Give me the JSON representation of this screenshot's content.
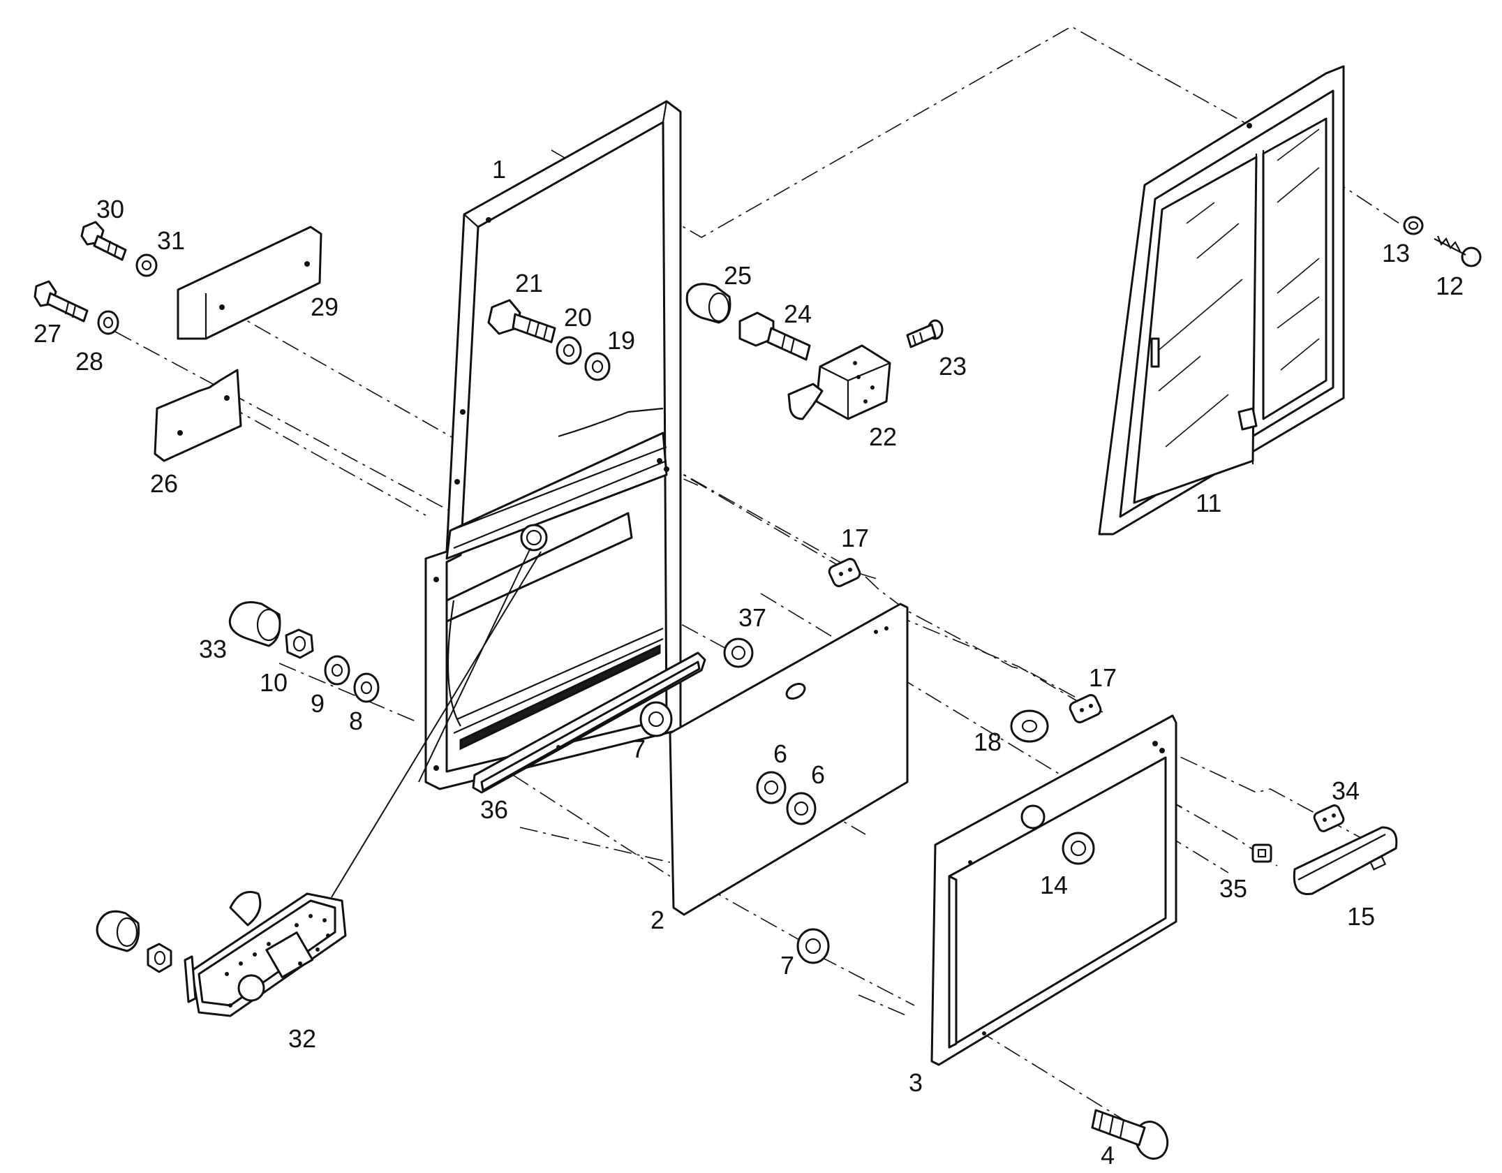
{
  "callouts": [
    {
      "id": "c1",
      "text": "1"
    },
    {
      "id": "c2",
      "text": "2"
    },
    {
      "id": "c3",
      "text": "3"
    },
    {
      "id": "c4",
      "text": "4"
    },
    {
      "id": "c6a",
      "text": "6"
    },
    {
      "id": "c6b",
      "text": "6"
    },
    {
      "id": "c7a",
      "text": "7"
    },
    {
      "id": "c7b",
      "text": "7"
    },
    {
      "id": "c8",
      "text": "8"
    },
    {
      "id": "c9",
      "text": "9"
    },
    {
      "id": "c10",
      "text": "10"
    },
    {
      "id": "c11",
      "text": "11"
    },
    {
      "id": "c12",
      "text": "12"
    },
    {
      "id": "c13",
      "text": "13"
    },
    {
      "id": "c14",
      "text": "14"
    },
    {
      "id": "c15",
      "text": "15"
    },
    {
      "id": "c17a",
      "text": "17"
    },
    {
      "id": "c17b",
      "text": "17"
    },
    {
      "id": "c18",
      "text": "18"
    },
    {
      "id": "c19",
      "text": "19"
    },
    {
      "id": "c20",
      "text": "20"
    },
    {
      "id": "c21",
      "text": "21"
    },
    {
      "id": "c22",
      "text": "22"
    },
    {
      "id": "c23",
      "text": "23"
    },
    {
      "id": "c24",
      "text": "24"
    },
    {
      "id": "c25",
      "text": "25"
    },
    {
      "id": "c26",
      "text": "26"
    },
    {
      "id": "c27",
      "text": "27"
    },
    {
      "id": "c28",
      "text": "28"
    },
    {
      "id": "c29",
      "text": "29"
    },
    {
      "id": "c30",
      "text": "30"
    },
    {
      "id": "c31",
      "text": "31"
    },
    {
      "id": "c32",
      "text": "32"
    },
    {
      "id": "c33",
      "text": "33"
    },
    {
      "id": "c34",
      "text": "34"
    },
    {
      "id": "c35",
      "text": "35"
    },
    {
      "id": "c36",
      "text": "36"
    },
    {
      "id": "c37",
      "text": "37"
    }
  ],
  "colors": {
    "ink": "#111111",
    "paper": "#ffffff"
  }
}
